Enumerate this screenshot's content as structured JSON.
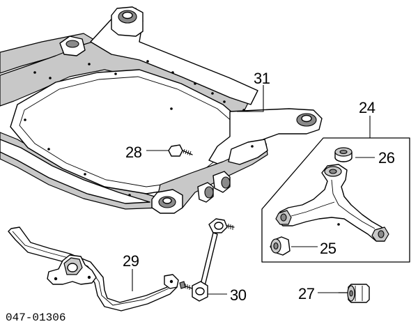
{
  "diagram_code": "047-01306",
  "callouts": {
    "c24": "24",
    "c25": "25",
    "c26": "26",
    "c27": "27",
    "c28": "28",
    "c29": "29",
    "c30": "30",
    "c31": "31"
  },
  "parts": {
    "subframe": "front-subframe",
    "bolt": "bolt",
    "stabilizer_bar": "stabilizer-bar",
    "stabilizer_link": "stabilizer-link",
    "control_arm": "lower-control-arm",
    "ball_joint_bushing": "bushing",
    "front_bushing": "front-bushing",
    "rear_bushing": "rear-bushing"
  }
}
